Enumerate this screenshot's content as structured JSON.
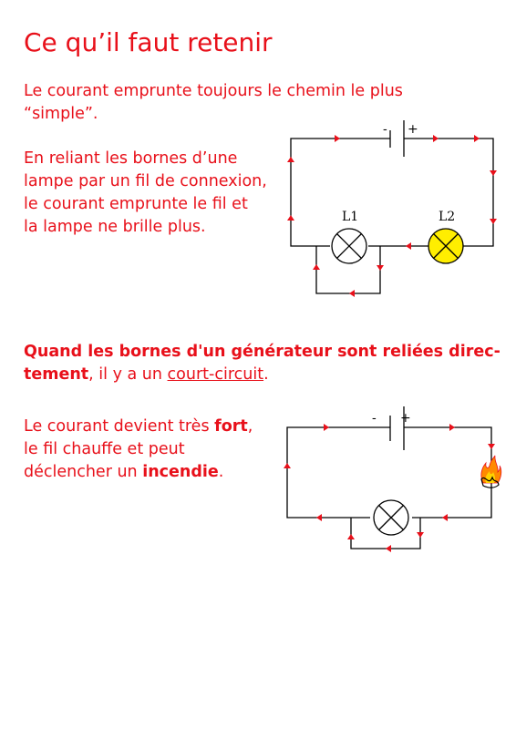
{
  "title": "Ce qu’il faut retenir",
  "intro": {
    "line1": "Le courant emprunte toujours le chemin le plus",
    "line2": "“simple”."
  },
  "section1": {
    "lines": [
      "En reliant les bornes d’une",
      "lampe par un fil de connexion,",
      "le courant emprunte le fil et",
      "la lampe ne brille plus."
    ]
  },
  "diagram1": {
    "minus": "-",
    "plus": "+",
    "lamp1_label": "L1",
    "lamp2_label": "L2",
    "colors": {
      "wire": "#000000",
      "arrow": "#e8101a",
      "lamp2_fill": "#ffee00"
    }
  },
  "section2": {
    "line1_bold": "Quand les bornes d'un générateur sont reliées direc-",
    "line2_bold": "tement",
    "line2_rest": ", il y a un ",
    "line2_link": "court-circuit",
    "line2_end": "."
  },
  "section3": {
    "l1_pre": "Le courant devient très ",
    "l1_bold": "fort",
    "l1_end": ",",
    "l2": "le fil chauffe et peut",
    "l3_pre": "déclencher un ",
    "l3_bold": "incendie",
    "l3_end": "."
  },
  "diagram2": {
    "minus": "-",
    "plus": "+",
    "fire_icon": "fire-icon"
  }
}
